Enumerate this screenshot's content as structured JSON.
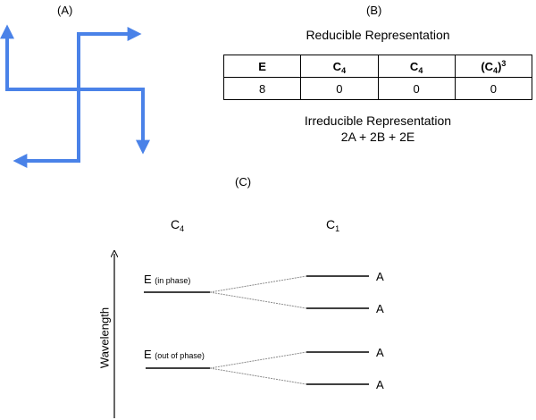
{
  "panels": {
    "a": "(A)",
    "b": "(B)",
    "c": "(C)"
  },
  "colors": {
    "arrow": "#4a82e8",
    "line": "#000000",
    "connector": "#8c8c8c"
  },
  "table": {
    "title": "Reducible Representation",
    "headers": [
      {
        "base": "E",
        "sub": "",
        "sup": ""
      },
      {
        "base": "C",
        "sub": "4",
        "sup": ""
      },
      {
        "base": "C",
        "sub": "4",
        "sup": ""
      },
      {
        "base": "(C",
        "sub": "4",
        "close": ")",
        "sup": "3"
      }
    ],
    "values": [
      "8",
      "0",
      "0",
      "0"
    ],
    "irreducible_title": "Irreducible Representation",
    "irreducible_value": "2A + 2B + 2E"
  },
  "correlation": {
    "left_group": {
      "base": "C",
      "sub": "4"
    },
    "right_group": {
      "base": "C",
      "sub": "1"
    },
    "axis_label": "Wavelength",
    "levels": [
      {
        "label": "E",
        "qualifier": "(in phase)",
        "splits": [
          "A",
          "A"
        ]
      },
      {
        "label": "E",
        "qualifier": "(out of phase)",
        "splits": [
          "A",
          "A"
        ]
      }
    ]
  }
}
